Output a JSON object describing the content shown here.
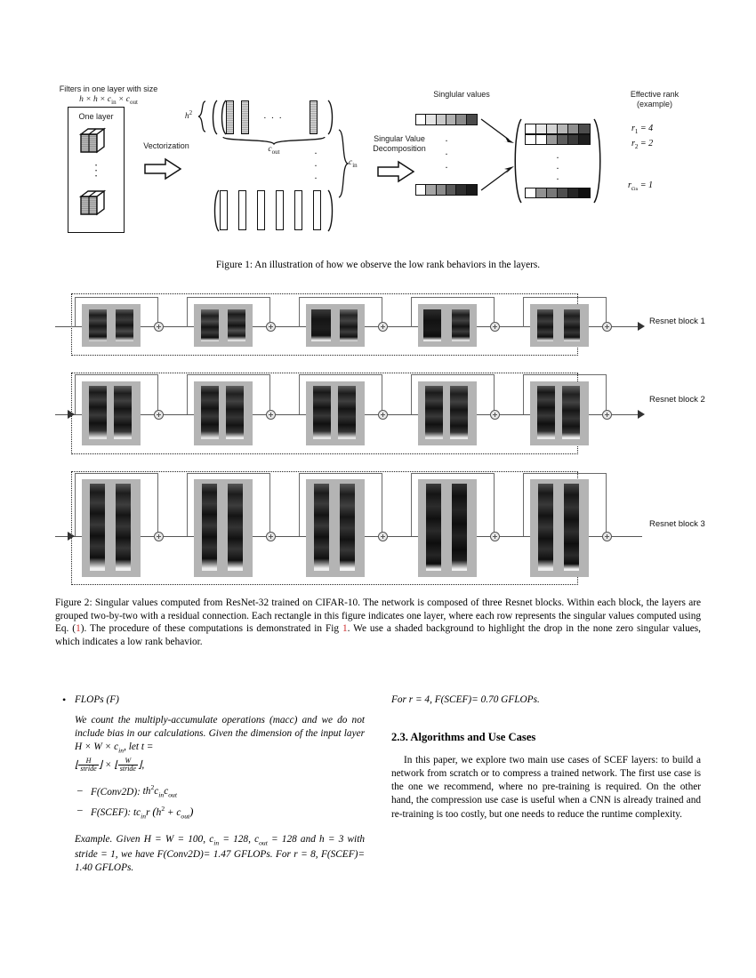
{
  "figure1": {
    "label_filters_line1": "Filters in one layer with size",
    "label_filters_line2_math": "h × h × c_in × c_out",
    "label_one_layer": "One layer",
    "label_vectorization": "Vectorization",
    "label_h2": "h²",
    "label_cout": "c_out",
    "label_cin": "c_in",
    "label_svd_line1": "Singular Value",
    "label_svd_line2": "Decomposition",
    "label_singular_values": "Singlular values",
    "label_effective_rank_line1": "Effective rank",
    "label_effective_rank_line2": "(example)",
    "rank_1": "r₁ = 4",
    "rank_2": "r₂ = 2",
    "rank_cin": "r_cin = 1",
    "sv_row_top": [
      "#ffffff",
      "#e4e4e4",
      "#c9c9c9",
      "#b0b0b0",
      "#8a8a8a",
      "#4a4a4a"
    ],
    "sv_row_bottom": [
      "#ffffff",
      "#a5a5a5",
      "#8c8c8c",
      "#5a5a5a",
      "#2e2e2e",
      "#1a1a1a"
    ],
    "matrix_row_1": [
      "#ffffff",
      "#e8e8e8",
      "#d4d4d4",
      "#b6b6b6",
      "#8f8f8f",
      "#4d4d4d"
    ],
    "matrix_row_2": [
      "#ffffff",
      "#ffffff",
      "#9a9a9a",
      "#5c5c5c",
      "#3a3a3a",
      "#1e1e1e"
    ],
    "matrix_row_last": [
      "#ffffff",
      "#919191",
      "#787878",
      "#4e4e4e",
      "#262626",
      "#101010"
    ],
    "caption": "Figure 1: An illustration of how we observe the low rank behaviors in the layers."
  },
  "figure2": {
    "block_labels": [
      "Resnet block 1",
      "Resnet block 2",
      "Resnet block 3"
    ],
    "units_per_block": 5,
    "caption_part1": "Figure 2: Singular values computed from ResNet-32 trained on CIFAR-10. The network is composed of three Resnet blocks. Within each block, the layers are grouped two-by-two with a residual connection. Each rectangle in this figure indicates one layer, where each row represents the singular values computed using Eq. (",
    "caption_ref1": "1",
    "caption_part2": "). The procedure of these computations is demonstrated in Fig ",
    "caption_ref2": "1",
    "caption_part3": ". We use a shaded background to highlight the drop in the none zero singular values, which indicates a low rank behavior."
  },
  "left_column": {
    "bullet_title": "FLOPs (F)",
    "paragraph_1_a": "We count the multiply-accumulate operations (macc) and we do not include bias in our calculations. Given the dimension of the input layer ",
    "paragraph_1_math1": "H × W × c_in,",
    "paragraph_1_b": " let t =",
    "paragraph_1_frac_num_1": "H",
    "paragraph_1_frac_den_1": "stride",
    "paragraph_1_frac_num_2": "W",
    "paragraph_1_frac_den_2": "stride",
    "dash_1_label": "F(Conv2D):",
    "dash_1_formula": "th²c_in c_out",
    "dash_2_label": "F(SCEF):",
    "dash_2_formula": "tc_in r (h² + c_out)",
    "example_lead": "Example.",
    "example_text": " Given H = W = 100, c_in = 128, c_out = 128 and h = 3 with stride = 1, we have F(Conv2D)= 1.47 GFLOPs. For r = 8, F(SCEF)= 1.40 GFLOPs."
  },
  "right_column": {
    "flops_r4": "For r = 4, F(SCEF)= 0.70 GFLOPs.",
    "section_heading": "2.3. Algorithms and Use Cases",
    "paragraph": "In this paper, we explore two main use cases of SCEF layers: to build a network from scratch or to compress a trained network. The first use case is the one we recommend, where no pre-training is required. On the other hand, the compression use case is useful when a CNN is already trained and re-training is too costly, but one needs to reduce the runtime complexity."
  }
}
